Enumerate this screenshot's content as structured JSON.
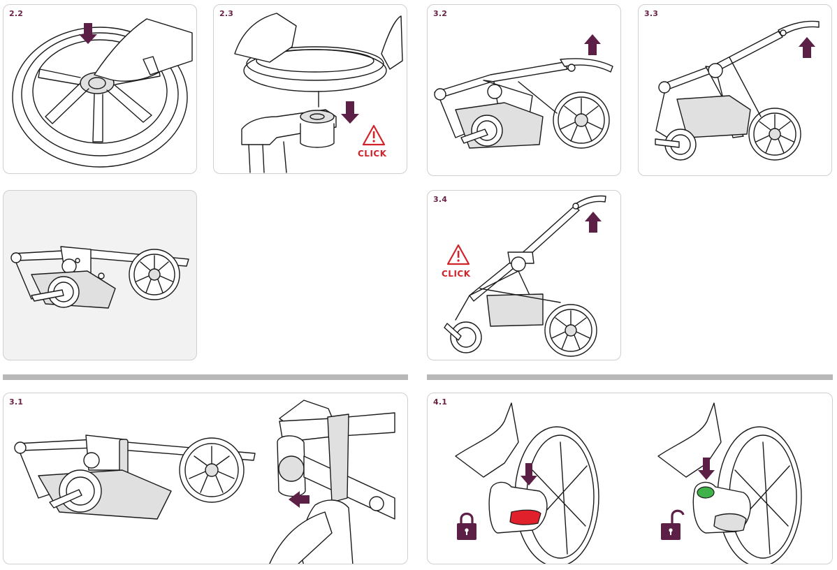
{
  "steps": {
    "s2_2": "2.2",
    "s2_3": "2.3",
    "s3_2": "3.2",
    "s3_3": "3.3",
    "s3_4": "3.4",
    "s3_1": "3.1",
    "s4_1": "4.1"
  },
  "warnings": {
    "click_2_3": "CLICK",
    "click_3_4": "CLICK"
  },
  "colors": {
    "accent": "#5c1f45",
    "warning": "#d2232a",
    "brake_on": "#e0202a",
    "brake_off": "#3fb34a",
    "divider": "#b8b8b8"
  },
  "icons": {
    "lock": "lock-icon",
    "unlock": "unlock-icon",
    "warning": "warning-triangle-icon"
  }
}
